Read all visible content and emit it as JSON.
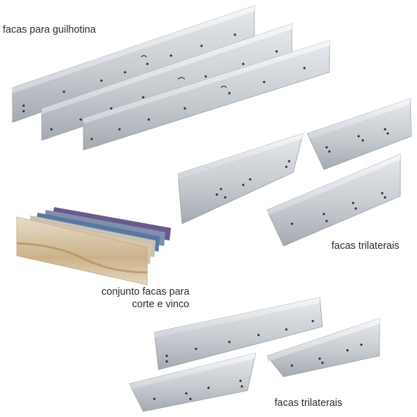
{
  "captions": {
    "guilhotina": "facas para guilhotina",
    "trilaterais_top": "facas trilaterais",
    "vinco_line1": "conjunto facas para",
    "vinco_line2": "corte e vinco",
    "trilaterais_bottom": "facas trilaterais"
  },
  "colors": {
    "background": "#ffffff",
    "steel_light": "#e4e8ec",
    "steel_mid": "#b9bec4",
    "steel_dark": "#8a9096",
    "edge_highlight": "#f4f6f8",
    "hole": "#2b2f33",
    "caption_text": "#2a2a2a",
    "rule_purple": "#6a5a8c",
    "rule_blue": "#5878a0",
    "rule_beige": "#d8c7a8",
    "rule_brown": "#b48c5c"
  }
}
